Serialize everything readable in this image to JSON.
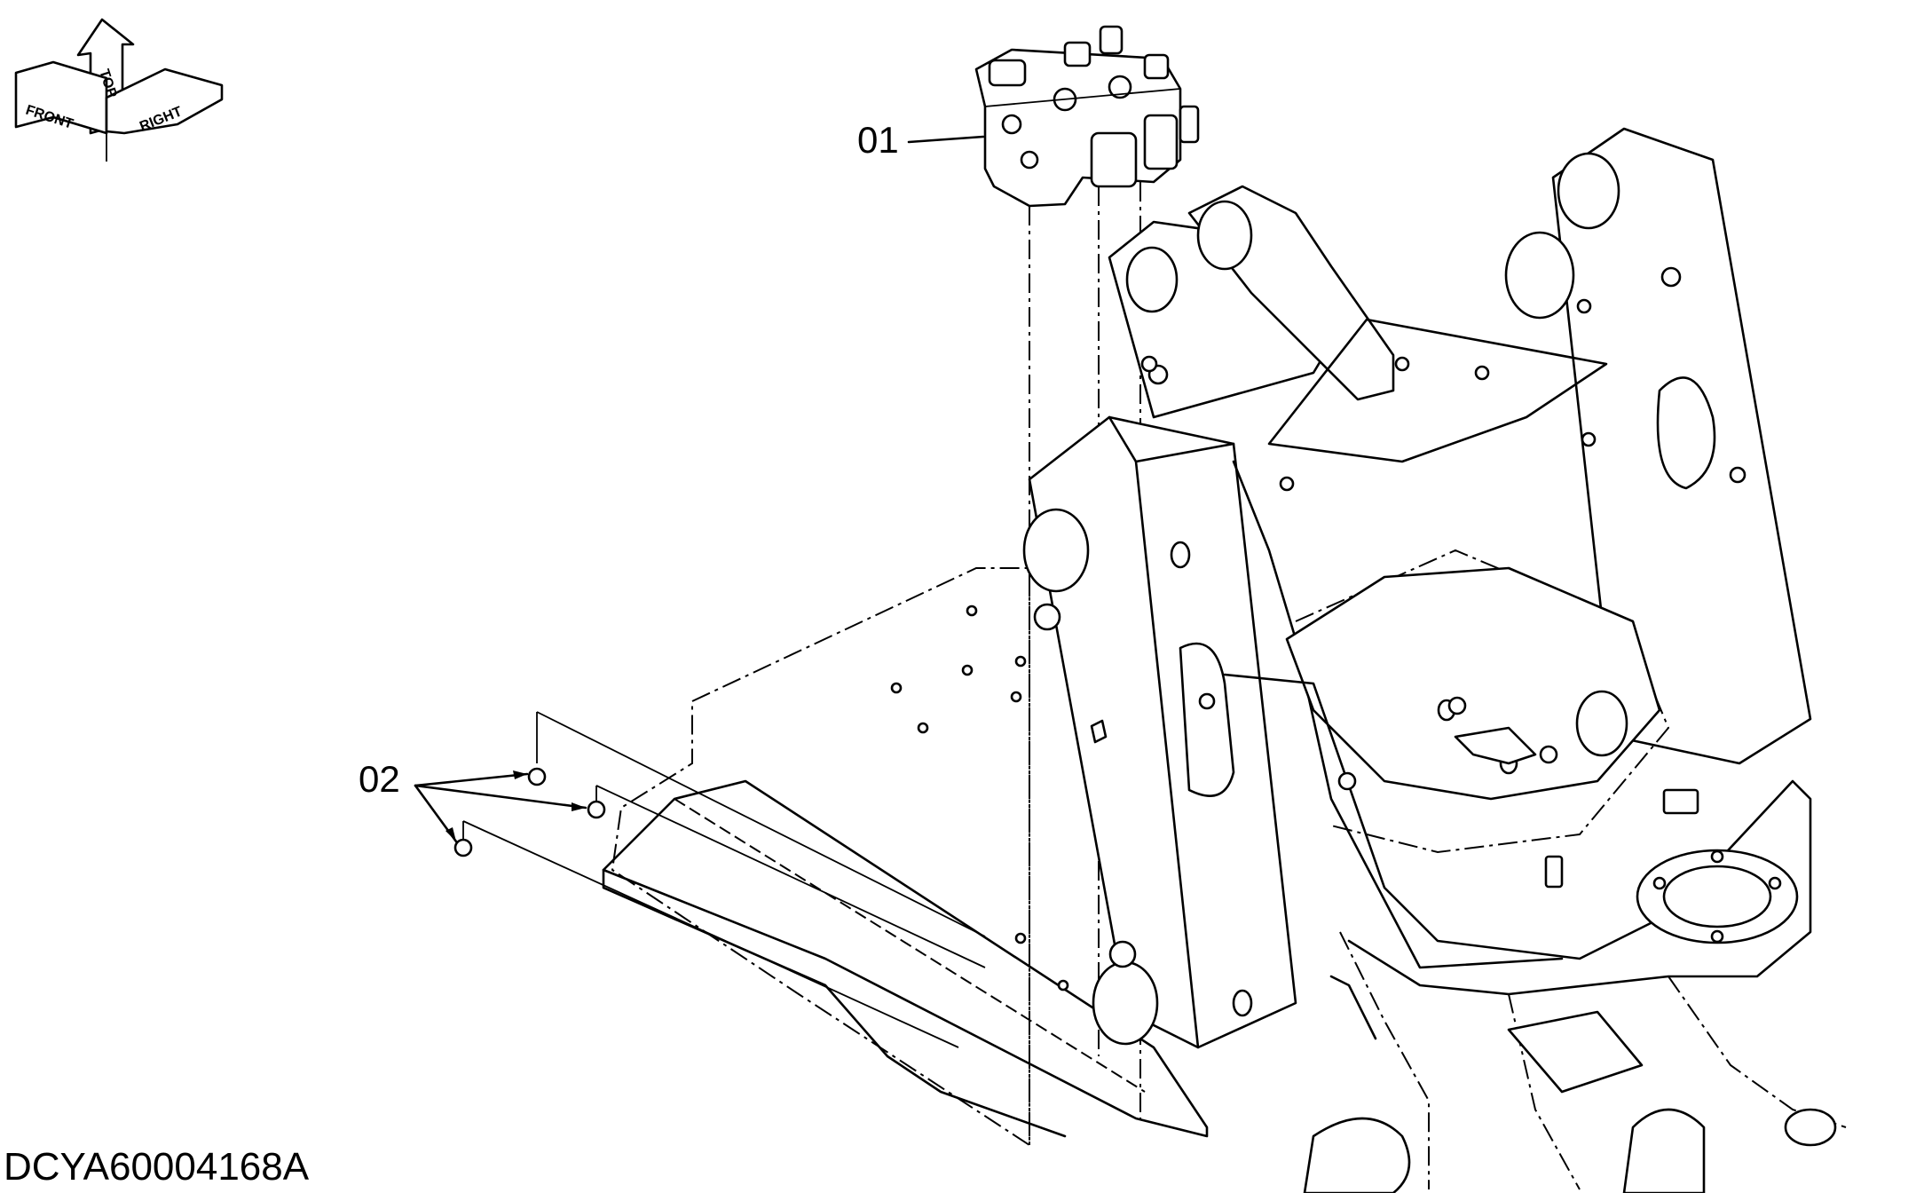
{
  "orientation": {
    "front_label": "FRONT",
    "top_label": "TOP",
    "right_label": "RIGHT"
  },
  "callouts": [
    {
      "id": "01",
      "label": "01"
    },
    {
      "id": "02",
      "label": "02"
    }
  ],
  "document_id": "DCYA60004168A"
}
